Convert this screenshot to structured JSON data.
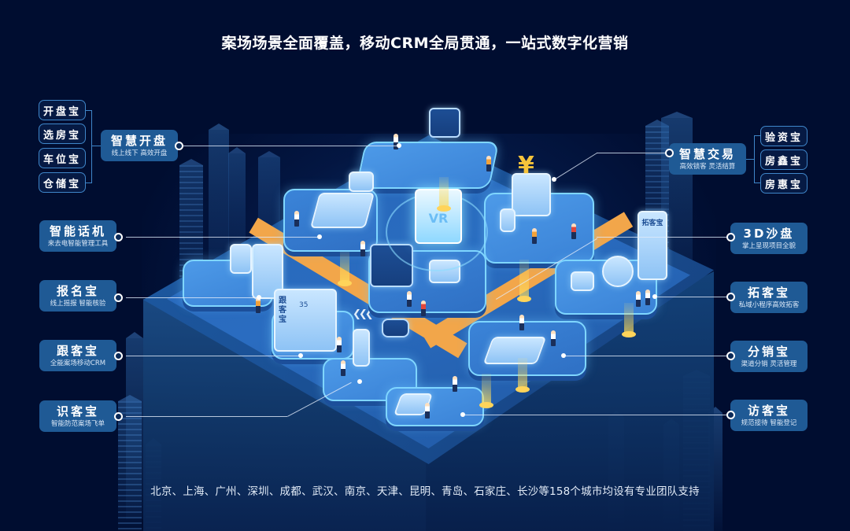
{
  "headline": "案场场景全面覆盖，移动CRM全局贯通，一站式数字化营销",
  "footer": "北京、上海、广州、深圳、成都、武汉、南京、天津、昆明、青岛、石家庄、长沙等158个城市均设有专业团队支持",
  "left_group": {
    "main": {
      "title": "智慧开盘",
      "subtitle": "线上线下 高效开盘"
    },
    "chips": [
      "开盘宝",
      "选房宝",
      "车位宝",
      "仓储宝"
    ]
  },
  "right_group": {
    "main": {
      "title": "智慧交易",
      "subtitle": "高效锁客 灵活结算"
    },
    "chips": [
      "验资宝",
      "房鑫宝",
      "房惠宝"
    ]
  },
  "left_cards": [
    {
      "title": "智能话机",
      "subtitle": "来去电智能管理工具"
    },
    {
      "title": "报名宝",
      "subtitle": "线上摇报 智能核验"
    },
    {
      "title": "跟客宝",
      "subtitle": "全能案场移动CRM"
    },
    {
      "title": "识客宝",
      "subtitle": "智能防范案场飞单"
    }
  ],
  "right_cards": [
    {
      "title": "3D沙盘",
      "subtitle": "掌上呈现项目全貌"
    },
    {
      "title": "拓客宝",
      "subtitle": "私域小程序高效拓客"
    },
    {
      "title": "分销宝",
      "subtitle": "渠道分销 灵活管理"
    },
    {
      "title": "访客宝",
      "subtitle": "规范接待 智能登记"
    }
  ],
  "illustration": {
    "screen_labels": {
      "gen_ke_bao": "跟客宝",
      "tuo_ke_bao": "拓客宝",
      "vr": "VR",
      "gauge_value": "35"
    },
    "yen_symbol": "¥"
  },
  "colors": {
    "background": "#000d30",
    "card": "#1f5a95",
    "chip_border": "#3f86c9",
    "road": "#f2a64a",
    "platform": "#4d9ae8"
  }
}
